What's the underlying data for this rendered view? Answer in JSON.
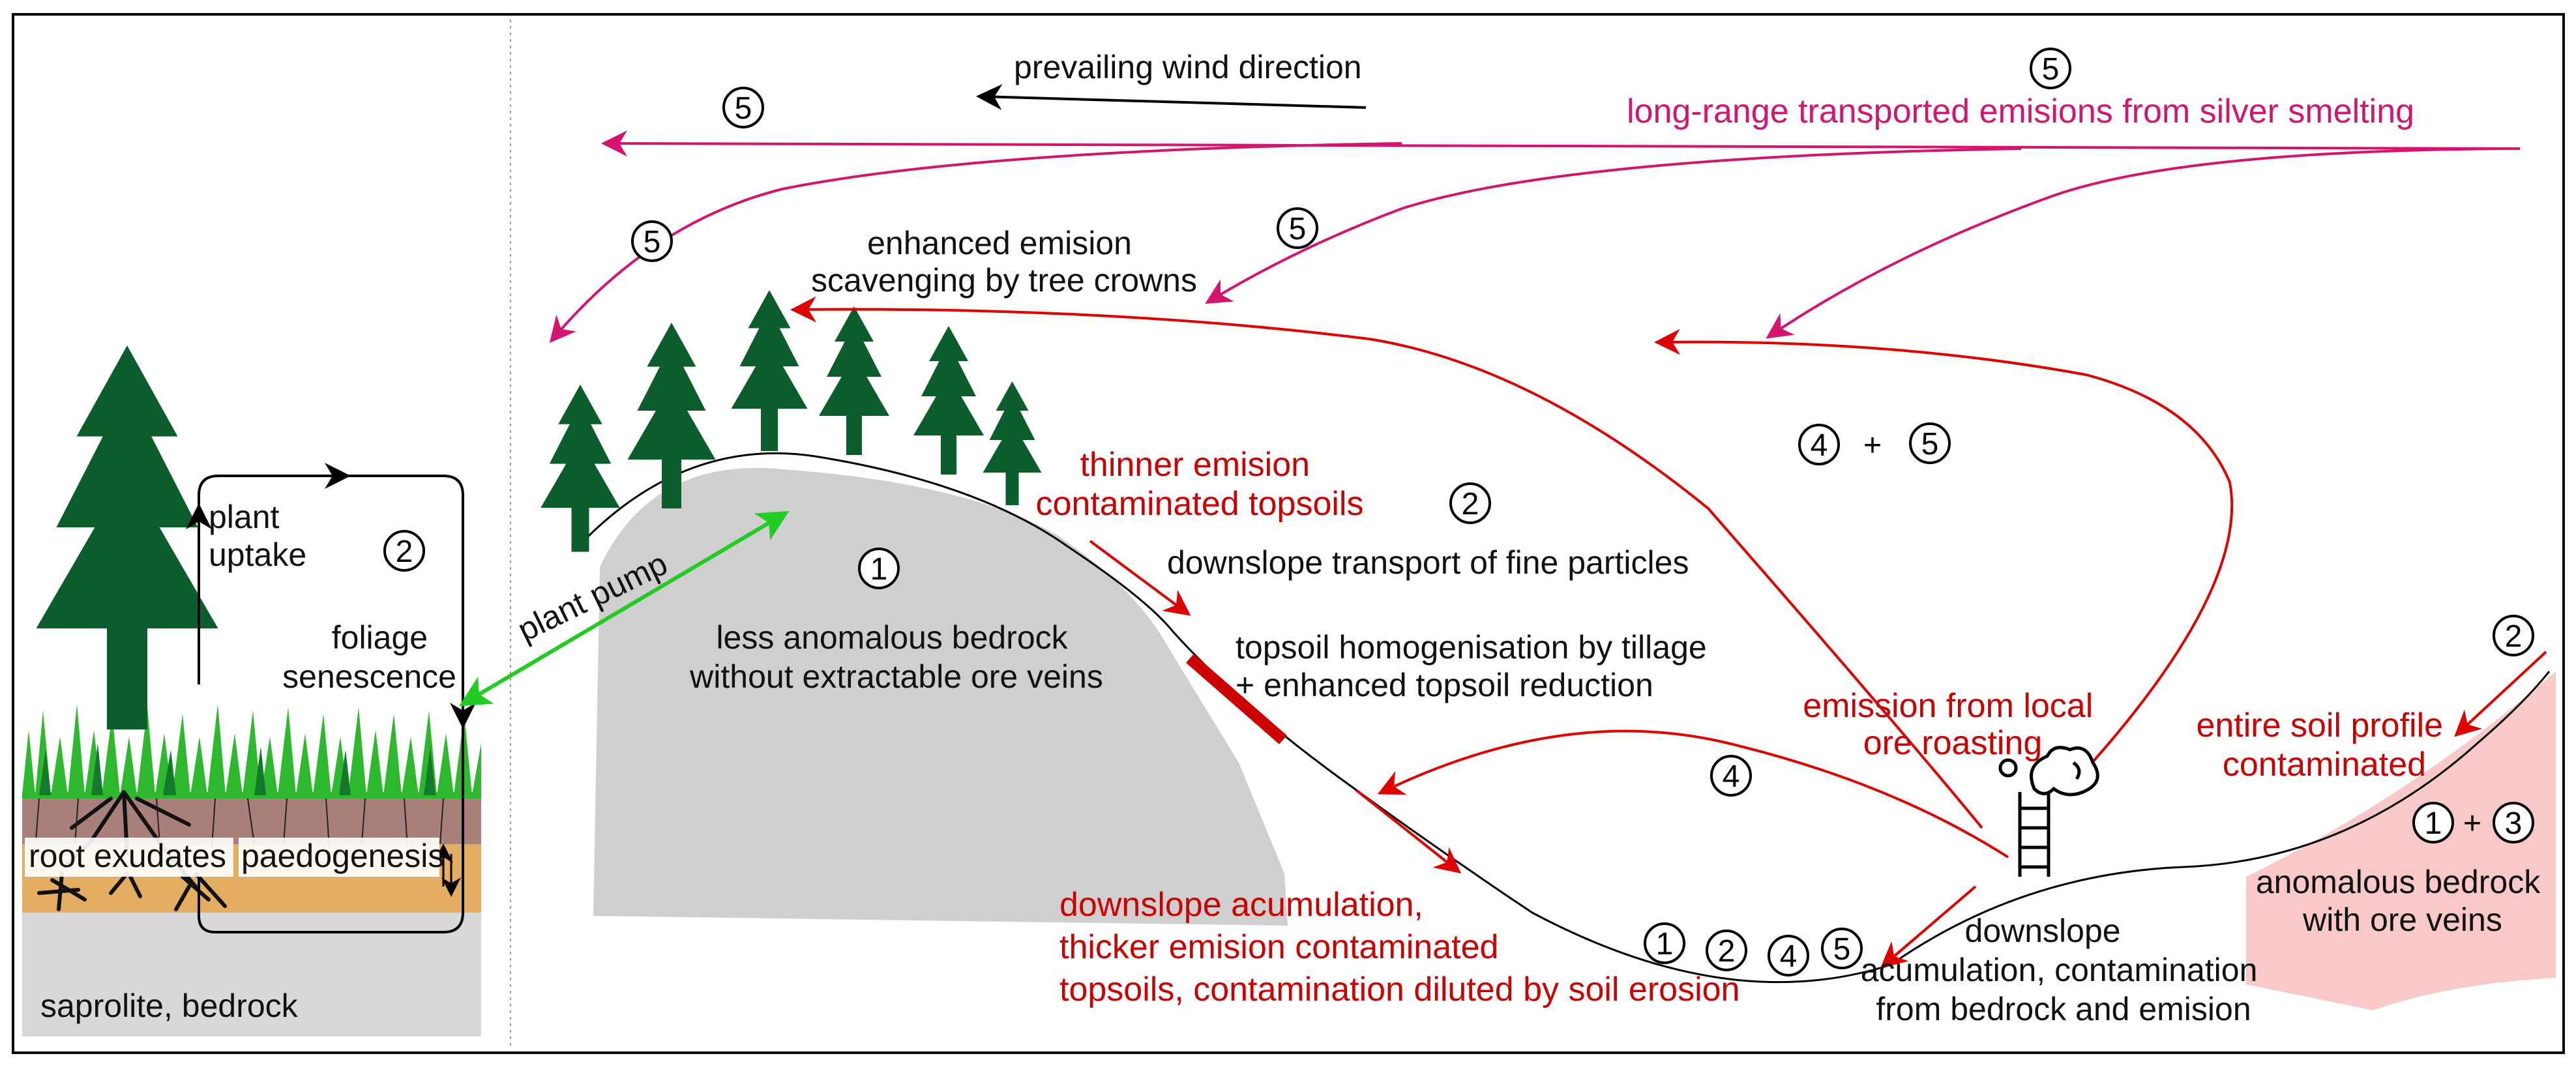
{
  "labels": {
    "wind": "prevailing wind direction",
    "long_range": "long-range transported emisions from silver smelting",
    "crowns": [
      "enhanced emision",
      "scavenging by tree crowns"
    ],
    "thinner": [
      "thinner emision",
      "contaminated topsoils"
    ],
    "fine_particles": "downslope transport of fine particles",
    "tillage": [
      "topsoil homogenisation by tillage",
      "+ enhanced topsoil reduction"
    ],
    "bedrock_less": [
      "less anomalous bedrock",
      "without extractable ore veins"
    ],
    "roasting": [
      "emission from local",
      "ore roasting"
    ],
    "entire_profile": [
      "entire soil profile",
      "contaminated"
    ],
    "anomalous_bedrock": [
      "anomalous bedrock",
      "with ore veins"
    ],
    "downslope_acc": [
      "downslope acumulation,",
      "thicker emision contaminated",
      "topsoils, contamination diluted by soil erosion"
    ],
    "downslope_right": [
      "downslope",
      "acumulation, contamination",
      "from bedrock and emision"
    ],
    "plant_pump": "plant pump",
    "plant_uptake": [
      "plant",
      "uptake"
    ],
    "foliage": [
      "foliage",
      "senescence"
    ],
    "root_exudates": "root exudates",
    "paedogenesis": "paedogenesis",
    "saprolite": "saprolite, bedrock",
    "plus": "+"
  },
  "markers": {
    "n1": "1",
    "n2": "2",
    "n3": "3",
    "n4": "4",
    "n5": "5"
  },
  "colors": {
    "red": "#cc0000",
    "magenta": "#d4146f",
    "tree_green": "#0b5e2b",
    "grass_green": "#2db82d",
    "pump_green": "#22cc22",
    "bedrock_gray": "#cfcfcf",
    "anomalous_pink": "#f9c8c8",
    "soil_brown": "#a97f79",
    "soil_orange": "#e3ae62"
  }
}
